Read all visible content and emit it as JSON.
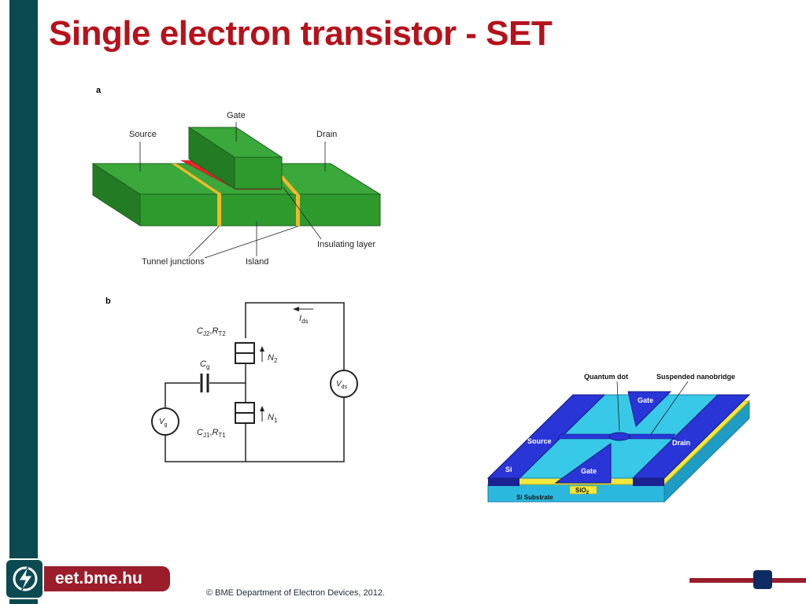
{
  "slide": {
    "title": "Single electron transistor - SET"
  },
  "figure_a": {
    "panel_label": "a",
    "labels": {
      "gate": "Gate",
      "source": "Source",
      "drain": "Drain",
      "insulating_layer": "Insulating layer",
      "tunnel_junctions": "Tunnel junctions",
      "island": "Island"
    },
    "colors": {
      "electrode": "#2e9a2e",
      "insulator": "#e8232a",
      "junction": "#f2b82a"
    }
  },
  "figure_b": {
    "panel_label": "b",
    "labels": {
      "cj2_rt2": "C",
      "cg": "C",
      "cj1_rt1": "C",
      "n2": "N",
      "n1": "N",
      "ids": "I",
      "vds": "V",
      "vg": "V"
    }
  },
  "figure_c": {
    "labels": {
      "quantum_dot": "Quantum dot",
      "suspended_nanobridge": "Suspended nanobridge",
      "gate_top": "Gate",
      "gate_bottom": "Gate",
      "source": "Source",
      "drain": "Drain",
      "si": "Si",
      "sio2": "SiO",
      "substrate": "Si Substrate"
    },
    "colors": {
      "si": "#2a35d8",
      "base": "#38c8e8",
      "oxide": "#f0e83a"
    }
  },
  "footer": {
    "logo_icon": "lightning-circle-icon",
    "site": "eet.bme.hu",
    "copyright": "© BME Department of Electron Devices, 2012."
  }
}
